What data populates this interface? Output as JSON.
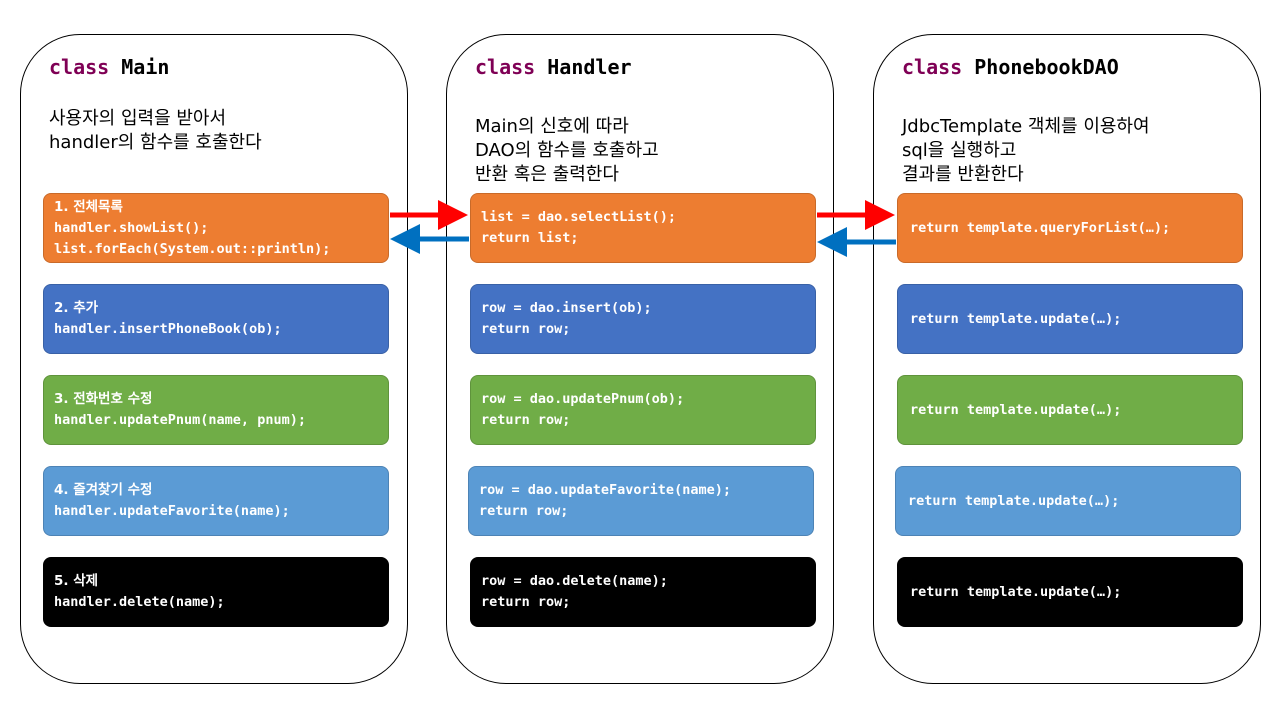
{
  "colors": {
    "keyword": "#7f0055",
    "orange": "#ed7d31",
    "blue": "#4472c4",
    "green": "#70ad47",
    "light_blue": "#5b9bd5",
    "black": "#000000",
    "arrow_red": "#ff0000",
    "arrow_blue": "#0070c0"
  },
  "panels": {
    "main": {
      "keyword": "class",
      "name": "Main",
      "desc": [
        "사용자의 입력을 받아서",
        "handler의 함수를 호출한다"
      ],
      "boxes": [
        {
          "line1": "1. 전체목록",
          "line2": "handler.showList();",
          "line3": "list.forEach(System.out::println);"
        },
        {
          "line1": "2. 추가",
          "line2": "handler.insertPhoneBook(ob);"
        },
        {
          "line1": "3. 전화번호 수정",
          "line2": "handler.updatePnum(name, pnum);"
        },
        {
          "line1": "4. 즐겨찾기 수정",
          "line2": "handler.updateFavorite(name);"
        },
        {
          "line1": "5. 삭제",
          "line2": "handler.delete(name);"
        }
      ]
    },
    "handler": {
      "keyword": "class",
      "name": "Handler",
      "desc": [
        "Main의 신호에 따라",
        "DAO의 함수를 호출하고",
        "반환 혹은 출력한다"
      ],
      "boxes": [
        {
          "line1": "list = dao.selectList();",
          "line2": "return list;"
        },
        {
          "line1": "row = dao.insert(ob);",
          "line2": "return row;"
        },
        {
          "line1": "row = dao.updatePnum(ob);",
          "line2": "return row;"
        },
        {
          "line1": "row = dao.updateFavorite(name);",
          "line2": "return row;"
        },
        {
          "line1": "row = dao.delete(name);",
          "line2": "return row;"
        }
      ]
    },
    "dao": {
      "keyword": "class",
      "name": "PhonebookDAO",
      "desc": [
        "JdbcTemplate 객체를 이용하여",
        "sql을 실행하고",
        "결과를 반환한다"
      ],
      "boxes": [
        {
          "line1": "return template.queryForList(…);"
        },
        {
          "line1": "return template.update(…);"
        },
        {
          "line1": "return template.update(…);"
        },
        {
          "line1": "return template.update(…);"
        },
        {
          "line1": "return template.update(…);"
        }
      ]
    }
  }
}
